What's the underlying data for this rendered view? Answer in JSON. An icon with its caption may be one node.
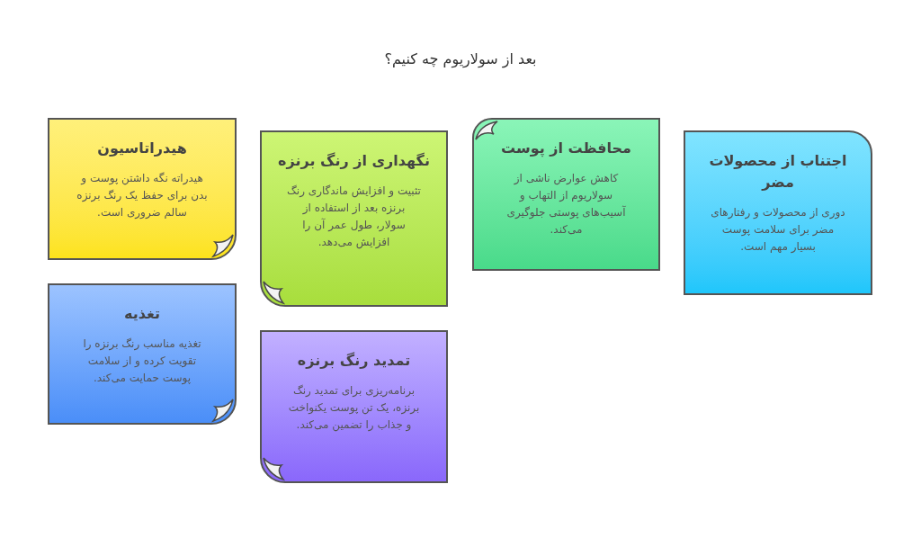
{
  "diagram": {
    "title": "بعد از سولاریوم چه کنیم؟",
    "nodes": [
      {
        "text": [
          "هیدراتاسیون",
          "هیدراته نگه داشتن پوست و بدن برای حفظ یک رنگ برنزه سالم ضروری است."
        ]
      },
      {
        "text": [
          "نگهداری از رنگ برنزه",
          "تثبیت و افزایش ماندگاری رنگ برنزه بعد از استفاده از سولار، طول عمر آن را افزایش می‌دهد."
        ]
      },
      {
        "text": [
          "محافظت از پوست",
          "کاهش عوارض ناشی از سولاریوم از التهاب و آسیب‌های پوستی جلوگیری می‌کند."
        ]
      },
      {
        "text": [
          "اجتناب از محصولات مضر",
          "دوری از محصولات و رفتارهای مضر برای سلامت پوست بسیار مهم است."
        ]
      },
      {
        "text": [
          "تغذیه",
          "تغذیه مناسب رنگ برنزه را تقویت کرده و از سلامت پوست حمایت می‌کند."
        ]
      },
      {
        "text": [
          "تمدید رنگ برنزه",
          "برنامه‌ریزی برای تمدید رنگ برنزه، یک تن پوست یکنواخت و جذاب را تضمین می‌کند."
        ]
      }
    ],
    "edges": []
  }
}
